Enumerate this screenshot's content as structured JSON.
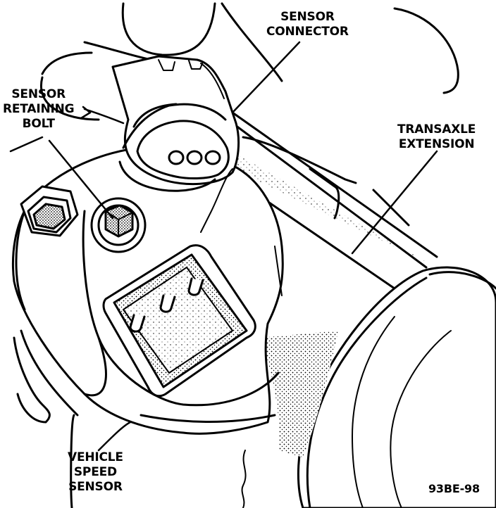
{
  "labels": {
    "sensor_connector": [
      "SENSOR",
      "CONNECTOR"
    ],
    "sensor_retaining_bolt": [
      "SENSOR",
      "RETAINING",
      "BOLT"
    ],
    "transaxle_extension": [
      "TRANSAXLE",
      "EXTENSION"
    ],
    "vehicle_speed_sensor": [
      "VEHICLE",
      "SPEED",
      "SENSOR"
    ]
  },
  "figure_id": "93BE-98"
}
